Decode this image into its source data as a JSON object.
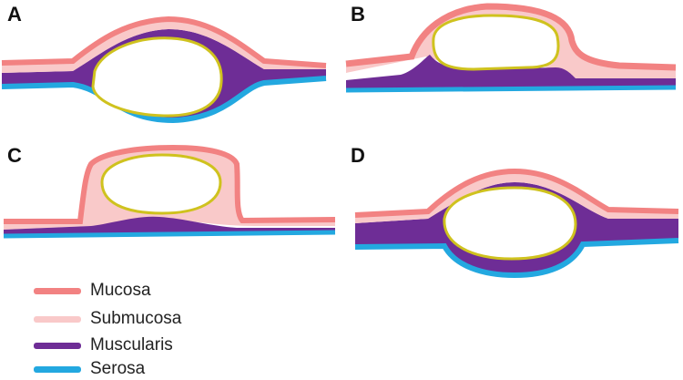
{
  "panels": [
    {
      "id": "a",
      "label": "A"
    },
    {
      "id": "b",
      "label": "B"
    },
    {
      "id": "c",
      "label": "C"
    },
    {
      "id": "d",
      "label": "D"
    }
  ],
  "legend": [
    {
      "key": "mucosa",
      "label": "Mucosa",
      "color": "#F28282"
    },
    {
      "key": "submucosa",
      "label": "Submucosa",
      "color": "#F9C9C9"
    },
    {
      "key": "muscularis",
      "label": "Muscularis",
      "color": "#6E2D96"
    },
    {
      "key": "serosa",
      "label": "Serosa",
      "color": "#23A8E0"
    }
  ],
  "cyst_outline_color": "#CFC21E"
}
